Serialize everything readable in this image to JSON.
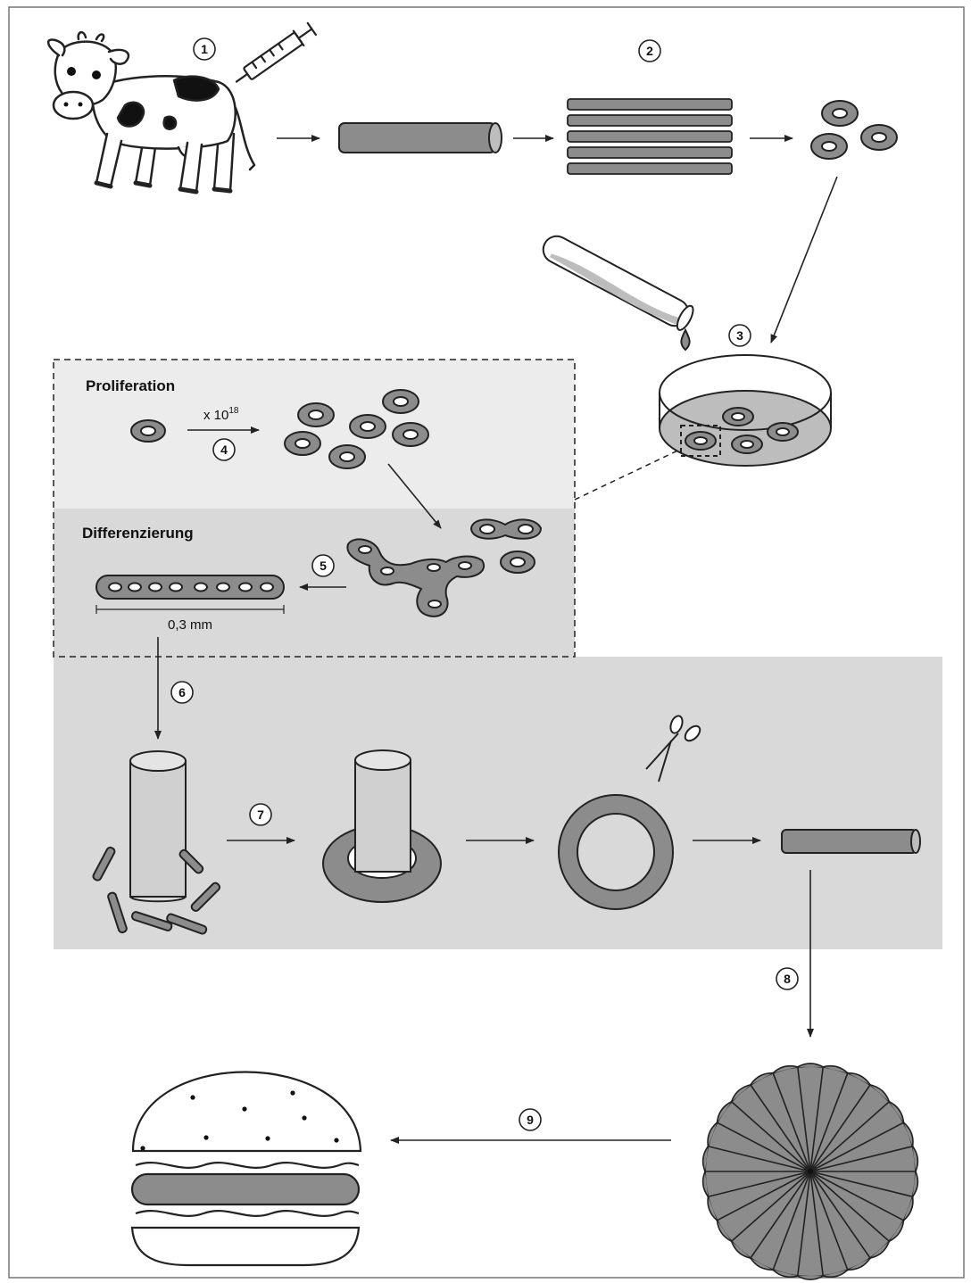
{
  "figure": {
    "sections": {
      "proliferation": "Proliferation",
      "differentiation": "Differenzierung"
    },
    "multiplier": {
      "base": "x 10",
      "exponent": "18"
    },
    "scale_label": "0,3 mm",
    "steps": [
      "1",
      "2",
      "3",
      "4",
      "5",
      "6",
      "7",
      "8",
      "9"
    ],
    "colors": {
      "fill_gray": "#8c8c8c",
      "panel_light": "#ececec",
      "panel_mid": "#d9d9d9",
      "stroke": "#222222"
    }
  }
}
